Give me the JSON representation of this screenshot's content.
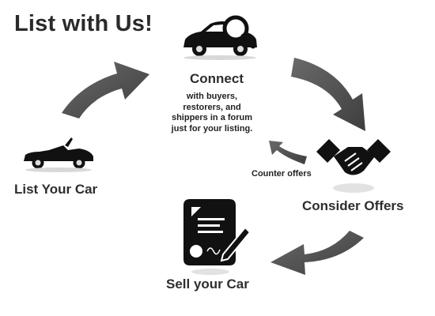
{
  "title": "List with Us!",
  "steps": {
    "connect": {
      "label": "Connect",
      "description": "with buyers, restorers, and shippers in a forum just for your listing."
    },
    "list": {
      "label": "List Your Car"
    },
    "consider": {
      "label": "Consider Offers"
    },
    "sell": {
      "label": "Sell your Car"
    }
  },
  "counter_offers": "Counter offers",
  "colors": {
    "arrow": "#5a5a5a",
    "icon": "#111111",
    "text": "#2e2e2e",
    "background": "#ffffff"
  },
  "icons": [
    "car-magnifier-icon",
    "convertible-car-icon",
    "handshake-icon",
    "contract-signing-icon"
  ]
}
